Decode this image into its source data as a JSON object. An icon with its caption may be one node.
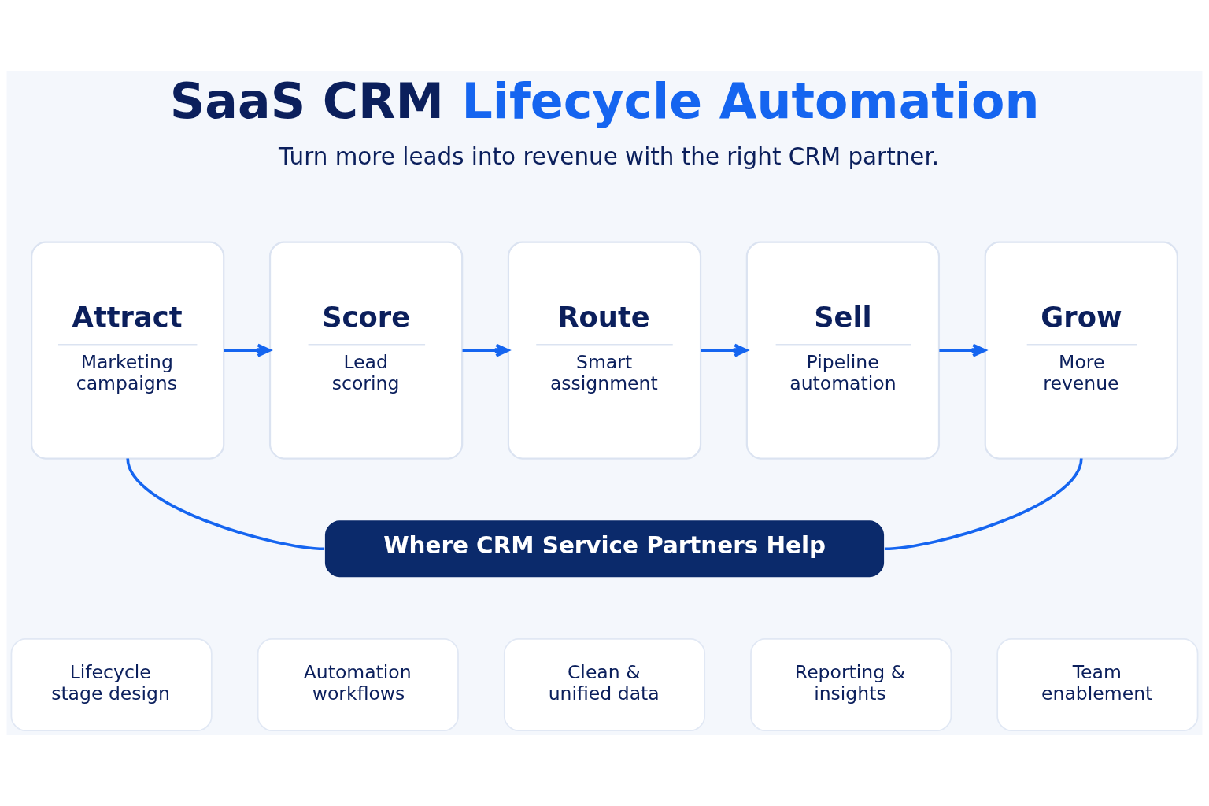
{
  "diagram": {
    "title": "SaaS CRM Lifecycle Automation",
    "nodes": [
      {
        "text": [
          "Attract",
          "Marketing campaigns"
        ]
      },
      {
        "text": [
          "Score",
          "Lead scoring"
        ]
      },
      {
        "text": [
          "Route",
          "Smart assignment"
        ]
      },
      {
        "text": [
          "Sell",
          "Pipeline automation"
        ]
      },
      {
        "text": [
          "Grow",
          "More revenue"
        ]
      },
      {
        "text": [
          "Where CRM Service Partners Help"
        ]
      },
      {
        "text": [
          "Lifecycle stage design"
        ]
      },
      {
        "text": [
          "Automation workflows"
        ]
      },
      {
        "text": [
          "Clean & unified data"
        ]
      },
      {
        "text": [
          "Reporting & insights"
        ]
      },
      {
        "text": [
          "Team enablement"
        ]
      }
    ],
    "edges": [
      {
        "from": 0,
        "to": 1,
        "arrow": "to"
      },
      {
        "from": 1,
        "to": 2,
        "arrow": "to"
      },
      {
        "from": 2,
        "to": 3,
        "arrow": "to"
      },
      {
        "from": 3,
        "to": 4,
        "arrow": "to"
      },
      {
        "from": 0,
        "to": 5,
        "arrow": "none"
      },
      {
        "from": 4,
        "to": 5,
        "arrow": "none"
      }
    ],
    "labels": [
      "Turn more leads into revenue with the right CRM partner."
    ]
  }
}
